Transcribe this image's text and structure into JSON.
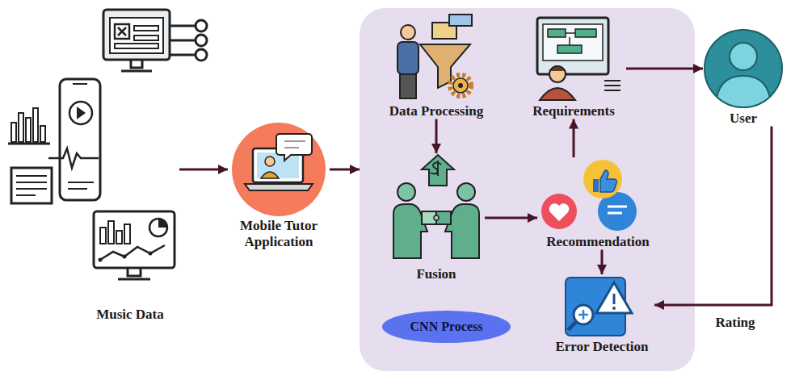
{
  "diagram": {
    "nodes": [
      {
        "text": [
          "Music Data"
        ]
      },
      {
        "text": [
          "Mobile Tutor Application"
        ]
      },
      {
        "text": [
          "CNN Process"
        ]
      },
      {
        "text": [
          "Data Processing"
        ],
        "in": 2
      },
      {
        "text": [
          "Requirements"
        ],
        "in": 2
      },
      {
        "text": [
          "Fusion"
        ],
        "in": 2
      },
      {
        "text": [
          "Recommendation"
        ],
        "in": 2
      },
      {
        "text": [
          "Error Detection"
        ],
        "in": 2
      },
      {
        "text": [
          "User"
        ]
      }
    ],
    "edges": [
      {
        "from": 0,
        "to": 1,
        "arrow": "to"
      },
      {
        "from": 1,
        "to": 2,
        "arrow": "to"
      },
      {
        "from": 3,
        "to": 5,
        "arrow": "to"
      },
      {
        "from": 5,
        "to": 6,
        "arrow": "to"
      },
      {
        "from": 6,
        "to": 4,
        "arrow": "to"
      },
      {
        "from": 6,
        "to": 7,
        "arrow": "to"
      },
      {
        "from": 4,
        "to": 8,
        "arrow": "to"
      },
      {
        "from": 8,
        "to": 7,
        "label": "Rating",
        "arrow": "to"
      }
    ]
  }
}
